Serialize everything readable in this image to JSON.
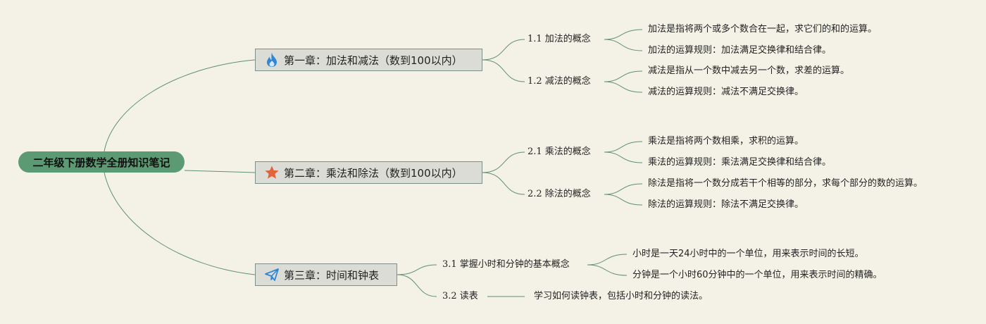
{
  "root": {
    "title": "二年级下册数学全册知识笔记"
  },
  "chapters": [
    {
      "title": "第一章：加法和减法（数到100以内）",
      "icon": "flame-icon",
      "sections": [
        {
          "title": "1.1 加法的概念",
          "notes": [
            "加法是指将两个或多个数合在一起，求它们的和的运算。",
            "加法的运算规则：加法满足交换律和结合律。"
          ]
        },
        {
          "title": "1.2 减法的概念",
          "notes": [
            "减法是指从一个数中减去另一个数，求差的运算。",
            "减法的运算规则：减法不满足交换律。"
          ]
        }
      ]
    },
    {
      "title": "第二章：乘法和除法（数到100以内）",
      "icon": "star-icon",
      "sections": [
        {
          "title": "2.1 乘法的概念",
          "notes": [
            "乘法是指将两个数相乘，求积的运算。",
            "乘法的运算规则：乘法满足交换律和结合律。"
          ]
        },
        {
          "title": "2.2 除法的概念",
          "notes": [
            "除法是指将一个数分成若干个相等的部分，求每个部分的数的运算。",
            "除法的运算规则：除法不满足交换律。"
          ]
        }
      ]
    },
    {
      "title": "第三章：时间和钟表",
      "icon": "paper-plane-icon",
      "sections": [
        {
          "title": "3.1 掌握小时和分钟的基本概念",
          "notes": [
            "小时是一天24小时中的一个单位，用来表示时间的长短。",
            "分钟是一个小时60分钟中的一个单位，用来表示时间的精确。"
          ]
        },
        {
          "title": "3.2 读表",
          "notes": [
            "学习如何读钟表，包括小时和分钟的读法。"
          ]
        }
      ]
    }
  ],
  "colors": {
    "background": "#f4f2e7",
    "root_fill": "#5b9a72",
    "chapter_fill": "#dcdcd7",
    "link": "#5f8f76",
    "flame": "#2f86d6",
    "star": "#e2643a",
    "plane": "#2f86d6"
  }
}
